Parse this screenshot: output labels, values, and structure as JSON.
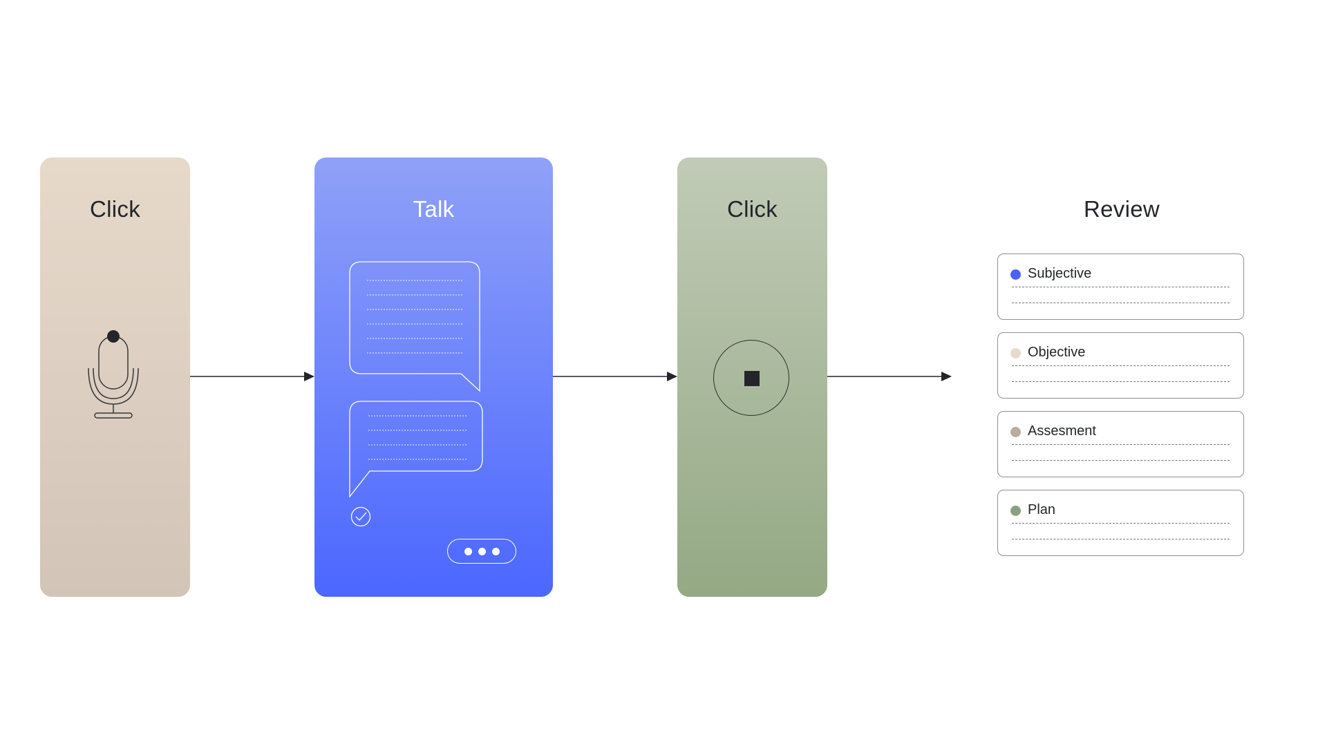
{
  "steps": {
    "step1": {
      "title": "Click",
      "icon": "microphone-icon"
    },
    "step2": {
      "title": "Talk",
      "icon": "chat-bubbles-icon"
    },
    "step3": {
      "title": "Click",
      "icon": "stop-icon"
    },
    "step4": {
      "title": "Review",
      "sections": [
        {
          "label": "Subjective",
          "color": "#4a63f4"
        },
        {
          "label": "Objective",
          "color": "#e6dacd"
        },
        {
          "label": "Assesment",
          "color": "#b8aca0"
        },
        {
          "label": "Plan",
          "color": "#8da07d"
        }
      ]
    }
  },
  "colors": {
    "click_panel": "#e7d9ca",
    "talk_panel": "#6b82fb",
    "stop_panel": "#b0bda3",
    "arrow": "#23252a"
  }
}
